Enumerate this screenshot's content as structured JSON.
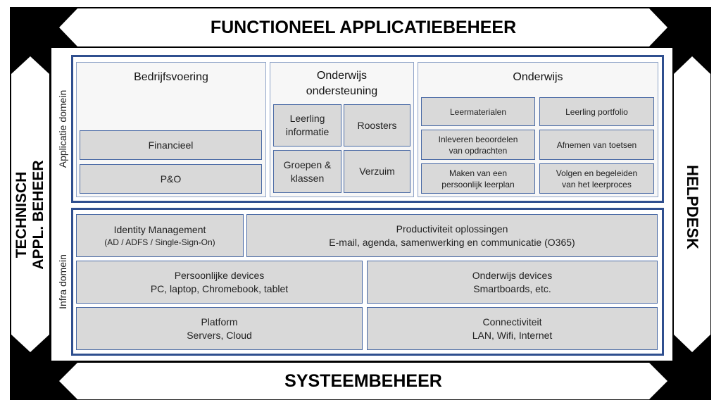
{
  "arrows": {
    "top": "FUNCTIONEEL APPLICATIEBEHEER",
    "bottom": "SYSTEEMBEHEER",
    "left_line1": "TECHNISCH",
    "left_line2": "APPL. BEHEER",
    "right": "HELPDESK"
  },
  "domains": {
    "application_label": "Applicatie domein",
    "infra_label": "Infra domein"
  },
  "panels": {
    "bedrijfsvoering": {
      "title": "Bedrijfsvoering",
      "items": [
        "Financieel",
        "P&O"
      ]
    },
    "onderwijs_ondersteuning": {
      "title_line1": "Onderwijs",
      "title_line2": "ondersteuning",
      "items": [
        {
          "line1": "Leerling",
          "line2": "informatie"
        },
        {
          "line1": "Roosters",
          "line2": ""
        },
        {
          "line1": "Groepen &",
          "line2": "klassen"
        },
        {
          "line1": "Verzuim",
          "line2": ""
        }
      ]
    },
    "onderwijs": {
      "title": "Onderwijs",
      "items": [
        {
          "line1": "Leermaterialen",
          "line2": ""
        },
        {
          "line1": "Leerling portfolio",
          "line2": ""
        },
        {
          "line1": "Inleveren beoordelen",
          "line2": "van opdrachten"
        },
        {
          "line1": "Afnemen van toetsen",
          "line2": ""
        },
        {
          "line1": "Maken van een",
          "line2": "persoonlijk leerplan"
        },
        {
          "line1": "Volgen en begeleiden",
          "line2": "van het leerproces"
        }
      ]
    }
  },
  "infra": {
    "identity": {
      "title": "Identity Management",
      "sub": "(AD / ADFS / Single-Sign-On)"
    },
    "productiviteit": {
      "title": "Productiviteit oplossingen",
      "sub": "E-mail, agenda, samenwerking en communicatie (O365)"
    },
    "persoonlijke": {
      "title": "Persoonlijke devices",
      "sub": "PC, laptop, Chromebook, tablet"
    },
    "onderwijs_devices": {
      "title": "Onderwijs devices",
      "sub": "Smartboards, etc."
    },
    "platform": {
      "title": "Platform",
      "sub": "Servers, Cloud"
    },
    "connectiviteit": {
      "title": "Connectiviteit",
      "sub": "LAN, Wifi, Internet"
    }
  },
  "colors": {
    "frame": "#000000",
    "domain_border": "#2F4F8F",
    "box_fill": "#D9D9D9",
    "box_border": "#4A6AA5"
  }
}
